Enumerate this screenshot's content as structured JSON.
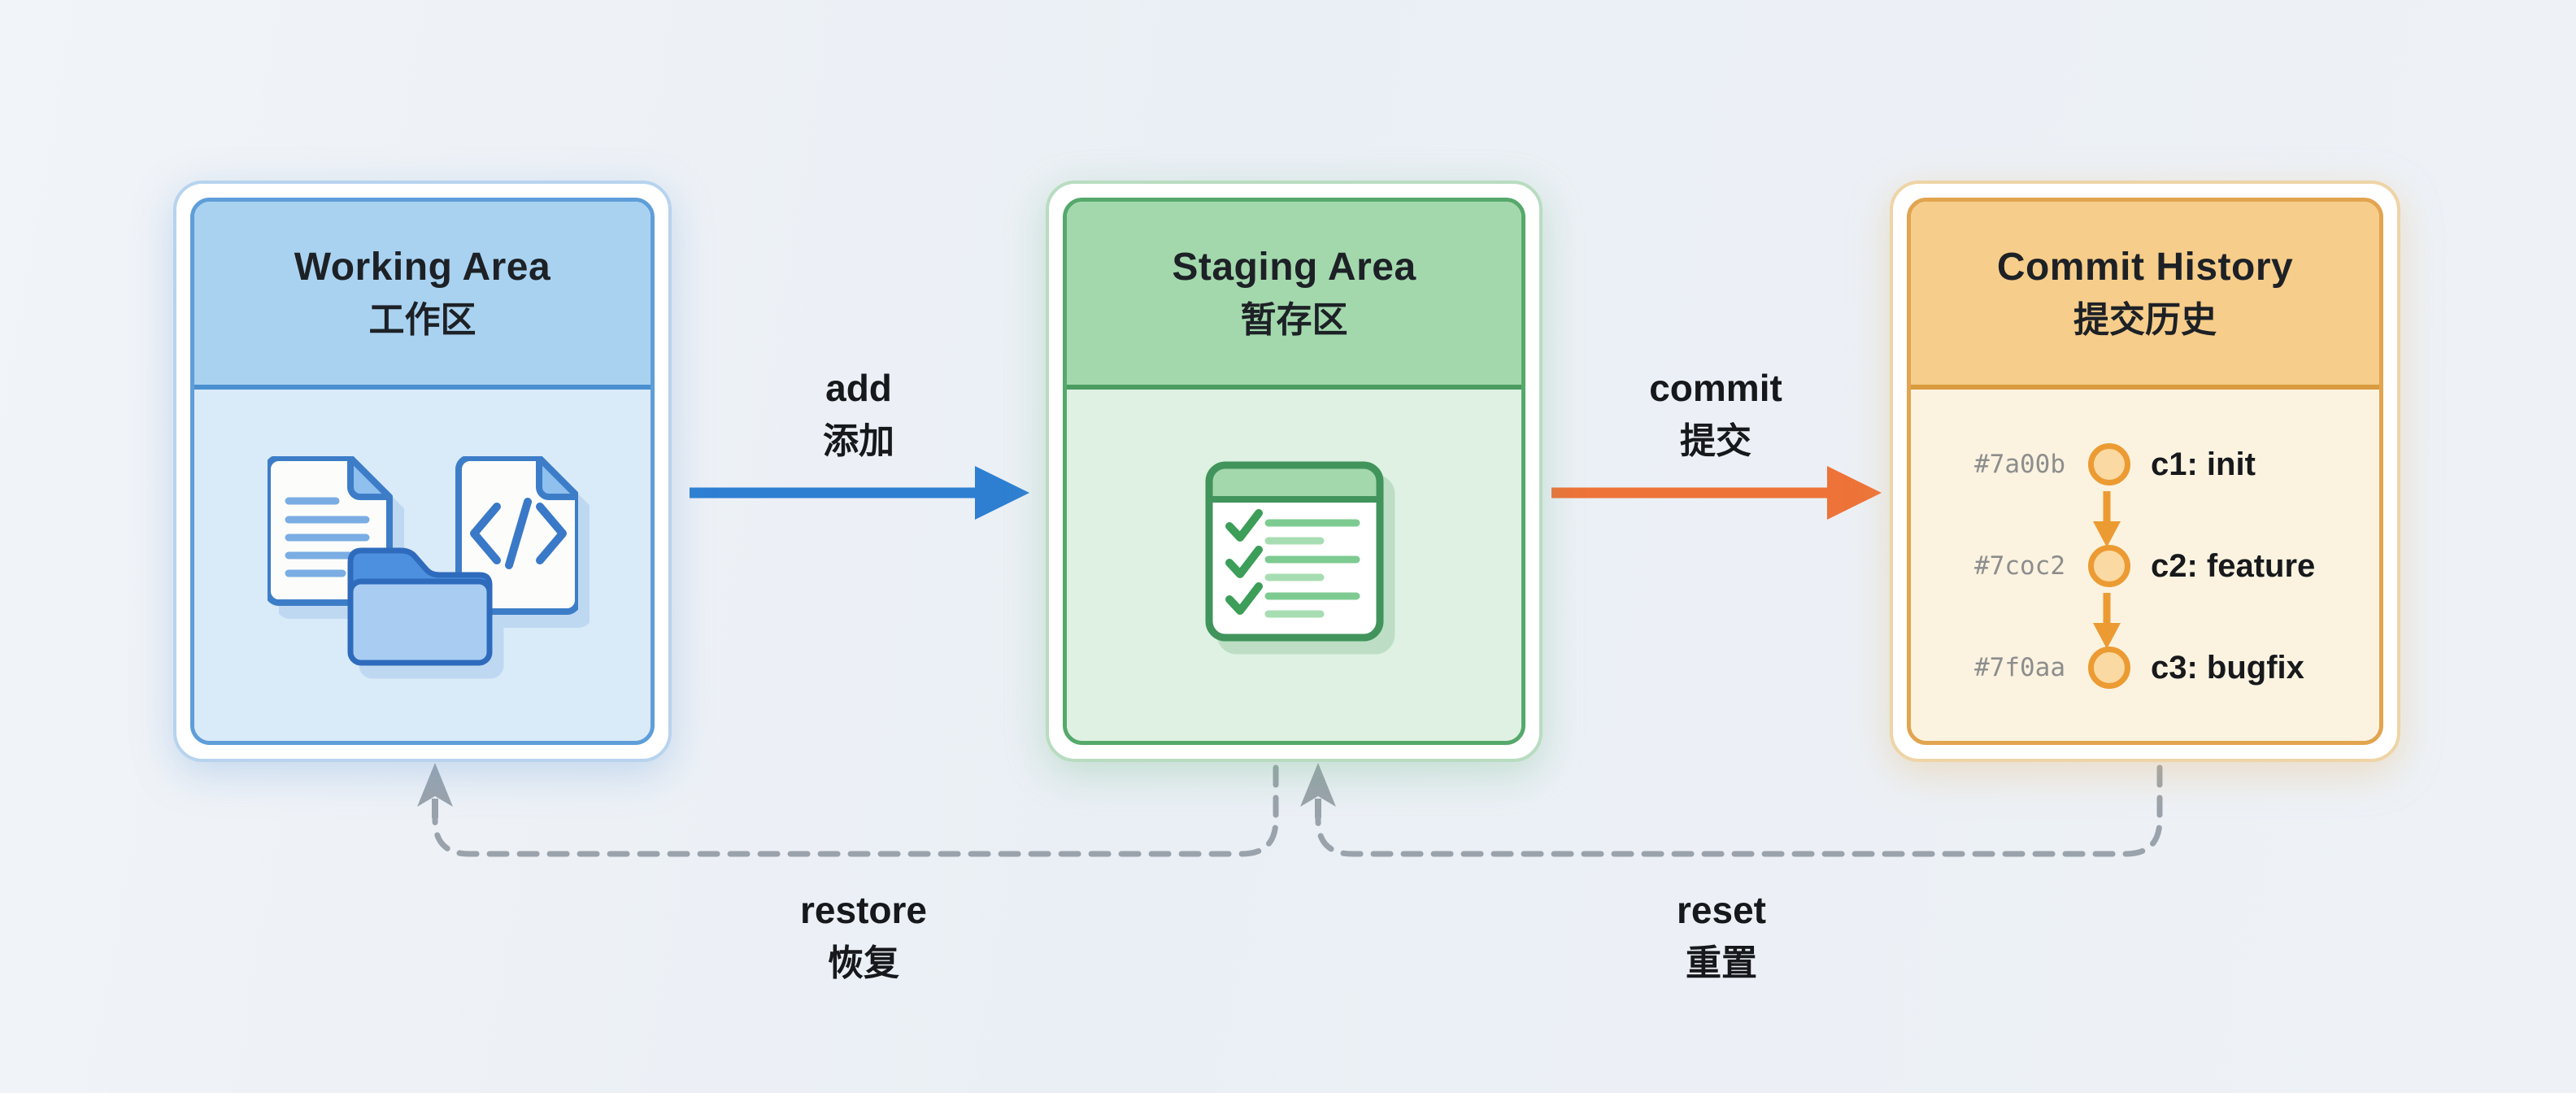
{
  "boxes": {
    "working": {
      "title": "Working Area",
      "subtitle": "工作区"
    },
    "staging": {
      "title": "Staging Area",
      "subtitle": "暂存区"
    },
    "commit_history": {
      "title": "Commit History",
      "subtitle": "提交历史"
    }
  },
  "flows": {
    "add": {
      "label": "add",
      "label_zh": "添加"
    },
    "commit": {
      "label": "commit",
      "label_zh": "提交"
    },
    "restore": {
      "label": "restore",
      "label_zh": "恢复"
    },
    "reset": {
      "label": "reset",
      "label_zh": "重置"
    }
  },
  "commits": [
    {
      "hash": "#7a00b",
      "message": "c1: init"
    },
    {
      "hash": "#7coc2",
      "message": "c2: feature"
    },
    {
      "hash": "#7f0aa",
      "message": "c3: bugfix"
    }
  ],
  "icons": {
    "working_illustration": [
      "document-icon",
      "code-file-icon",
      "folder-icon"
    ],
    "staging_illustration": "checklist-icon",
    "commit_illustration": "commit-graph-nodes"
  },
  "colors": {
    "background": "#edf1f6",
    "working_accent": "#5e9ed9",
    "working_header": "#a9d2f0",
    "working_body": "#d9eaf8",
    "staging_accent": "#55a96b",
    "staging_header": "#a3d8ad",
    "staging_body": "#def1e2",
    "commit_accent": "#e2a44f",
    "commit_header": "#f6cd8a",
    "commit_body": "#fbf3e0",
    "add_arrow": "#2e7fd2",
    "commit_arrow": "#ed7338",
    "dashed_arrow": "#9aa2ab",
    "commit_node_fill": "#fbd9a2",
    "commit_node_stroke": "#ec9b33",
    "hash_text": "#8d8d8d",
    "text": "#1b1e22"
  }
}
